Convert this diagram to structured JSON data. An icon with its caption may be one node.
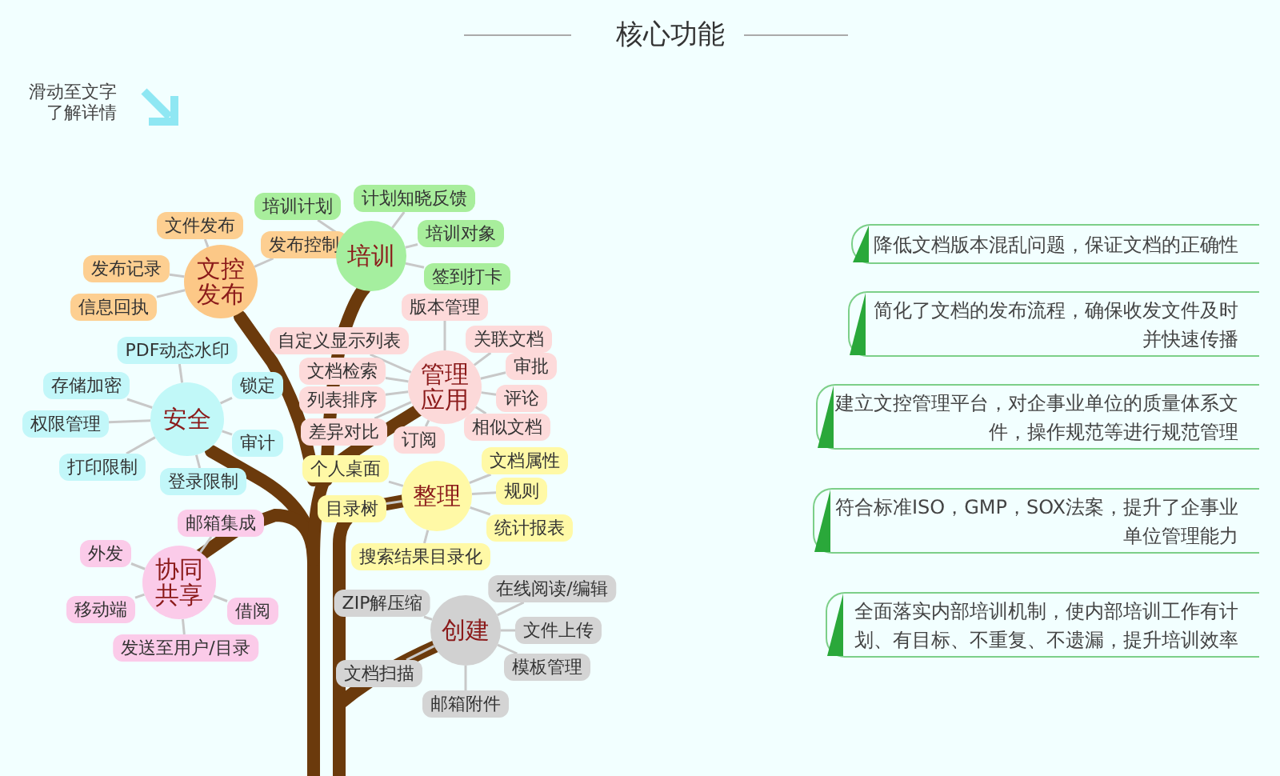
{
  "diagram": {
    "title": "核心功能",
    "nodes": [
      {
        "text": [
          "文控发布"
        ]
      },
      {
        "text": [
          "文件发布"
        ]
      },
      {
        "text": [
          "发布控制"
        ]
      },
      {
        "text": [
          "发布记录"
        ]
      },
      {
        "text": [
          "信息回执"
        ]
      },
      {
        "text": [
          "培训"
        ]
      },
      {
        "text": [
          "培训计划"
        ]
      },
      {
        "text": [
          "计划知晓反馈"
        ]
      },
      {
        "text": [
          "培训对象"
        ]
      },
      {
        "text": [
          "签到打卡"
        ]
      },
      {
        "text": [
          "管理应用"
        ]
      },
      {
        "text": [
          "版本管理"
        ]
      },
      {
        "text": [
          "自定义显示列表"
        ]
      },
      {
        "text": [
          "关联文档"
        ]
      },
      {
        "text": [
          "文档检索"
        ]
      },
      {
        "text": [
          "审批"
        ]
      },
      {
        "text": [
          "列表排序"
        ]
      },
      {
        "text": [
          "评论"
        ]
      },
      {
        "text": [
          "差异对比"
        ]
      },
      {
        "text": [
          "相似文档"
        ]
      },
      {
        "text": [
          "订阅"
        ]
      },
      {
        "text": [
          "安全"
        ]
      },
      {
        "text": [
          "PDF动态水印"
        ]
      },
      {
        "text": [
          "存储加密"
        ]
      },
      {
        "text": [
          "锁定"
        ]
      },
      {
        "text": [
          "权限管理"
        ]
      },
      {
        "text": [
          "审计"
        ]
      },
      {
        "text": [
          "打印限制"
        ]
      },
      {
        "text": [
          "登录限制"
        ]
      },
      {
        "text": [
          "整理"
        ]
      },
      {
        "text": [
          "个人桌面"
        ]
      },
      {
        "text": [
          "文档属性"
        ]
      },
      {
        "text": [
          "目录树"
        ]
      },
      {
        "text": [
          "规则"
        ]
      },
      {
        "text": [
          "统计报表"
        ]
      },
      {
        "text": [
          "搜索结果目录化"
        ]
      },
      {
        "text": [
          "协同共享"
        ]
      },
      {
        "text": [
          "邮箱集成"
        ]
      },
      {
        "text": [
          "外发"
        ]
      },
      {
        "text": [
          "移动端"
        ]
      },
      {
        "text": [
          "借阅"
        ]
      },
      {
        "text": [
          "发送至用户/目录"
        ]
      },
      {
        "text": [
          "创建"
        ]
      },
      {
        "text": [
          "ZIP解压缩"
        ]
      },
      {
        "text": [
          "在线阅读/编辑"
        ]
      },
      {
        "text": [
          "文件上传"
        ]
      },
      {
        "text": [
          "模板管理"
        ]
      },
      {
        "text": [
          "文档扫描"
        ]
      },
      {
        "text": [
          "邮箱附件"
        ]
      },
      {
        "text": [
          "降低文档版本混乱问题，保证文档的正确性"
        ]
      },
      {
        "text": [
          "简化了文档的发布流程，确保收发文件及时并快速传播"
        ]
      },
      {
        "text": [
          "建立文控管理平台，对企事业单位的质量体系文件，操作规范等进行规范管理"
        ]
      },
      {
        "text": [
          "符合标准ISO，GMP，SOX法案，提升了企事业单位管理能力"
        ]
      },
      {
        "text": [
          "全面落实内部培训机制，使内部培训工作有计划、有目标、不重复、不遗漏，提升培训效率"
        ]
      }
    ],
    "edges": [
      {
        "from": 0,
        "to": 1,
        "arrow": "none"
      },
      {
        "from": 0,
        "to": 2,
        "arrow": "none"
      },
      {
        "from": 0,
        "to": 3,
        "arrow": "none"
      },
      {
        "from": 0,
        "to": 4,
        "arrow": "none"
      },
      {
        "from": 5,
        "to": 6,
        "arrow": "none"
      },
      {
        "from": 5,
        "to": 7,
        "arrow": "none"
      },
      {
        "from": 5,
        "to": 8,
        "arrow": "none"
      },
      {
        "from": 5,
        "to": 9,
        "arrow": "none"
      },
      {
        "from": 10,
        "to": 11,
        "arrow": "none"
      },
      {
        "from": 10,
        "to": 12,
        "arrow": "none"
      },
      {
        "from": 10,
        "to": 13,
        "arrow": "none"
      },
      {
        "from": 10,
        "to": 14,
        "arrow": "none"
      },
      {
        "from": 10,
        "to": 15,
        "arrow": "none"
      },
      {
        "from": 10,
        "to": 16,
        "arrow": "none"
      },
      {
        "from": 10,
        "to": 17,
        "arrow": "none"
      },
      {
        "from": 10,
        "to": 18,
        "arrow": "none"
      },
      {
        "from": 10,
        "to": 19,
        "arrow": "none"
      },
      {
        "from": 10,
        "to": 20,
        "arrow": "none"
      },
      {
        "from": 21,
        "to": 22,
        "arrow": "none"
      },
      {
        "from": 21,
        "to": 23,
        "arrow": "none"
      },
      {
        "from": 21,
        "to": 24,
        "arrow": "none"
      },
      {
        "from": 21,
        "to": 25,
        "arrow": "none"
      },
      {
        "from": 21,
        "to": 26,
        "arrow": "none"
      },
      {
        "from": 21,
        "to": 27,
        "arrow": "none"
      },
      {
        "from": 21,
        "to": 28,
        "arrow": "none"
      },
      {
        "from": 29,
        "to": 30,
        "arrow": "none"
      },
      {
        "from": 29,
        "to": 31,
        "arrow": "none"
      },
      {
        "from": 29,
        "to": 32,
        "arrow": "none"
      },
      {
        "from": 29,
        "to": 33,
        "arrow": "none"
      },
      {
        "from": 29,
        "to": 34,
        "arrow": "none"
      },
      {
        "from": 29,
        "to": 35,
        "arrow": "none"
      },
      {
        "from": 36,
        "to": 37,
        "arrow": "none"
      },
      {
        "from": 36,
        "to": 38,
        "arrow": "none"
      },
      {
        "from": 36,
        "to": 39,
        "arrow": "none"
      },
      {
        "from": 36,
        "to": 40,
        "arrow": "none"
      },
      {
        "from": 36,
        "to": 41,
        "arrow": "none"
      },
      {
        "from": 42,
        "to": 43,
        "arrow": "none"
      },
      {
        "from": 42,
        "to": 44,
        "arrow": "none"
      },
      {
        "from": 42,
        "to": 45,
        "arrow": "none"
      },
      {
        "from": 42,
        "to": 46,
        "arrow": "none"
      },
      {
        "from": 42,
        "to": 47,
        "arrow": "none"
      },
      {
        "from": 42,
        "to": 48,
        "arrow": "none"
      }
    ],
    "labels": [
      "滑动至文字了解详情"
    ]
  }
}
